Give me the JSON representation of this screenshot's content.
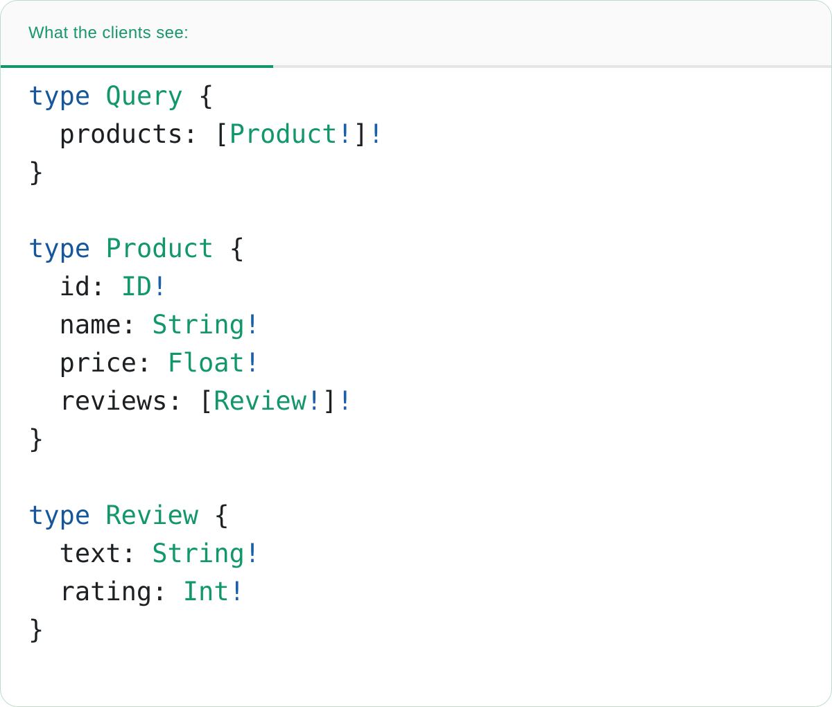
{
  "panel": {
    "tab": {
      "label": "What the clients see:"
    },
    "colors": {
      "tab_text": "#17966f",
      "tab_underline": "#12976d",
      "divider": "#e5e5e5",
      "header_bg": "#fafafa",
      "card_bg": "#ffffff",
      "card_border": "#badcca",
      "code_plain": "#1c2023",
      "code_keyword": "#16569a",
      "code_type": "#12976d",
      "code_bang": "#1b5fa8"
    },
    "code": {
      "language": "graphql",
      "lines": [
        [
          {
            "t": "type",
            "s": "kw"
          },
          {
            "t": " ",
            "s": "pl"
          },
          {
            "t": "Query",
            "s": "ty"
          },
          {
            "t": " {",
            "s": "pl"
          }
        ],
        [
          {
            "t": "  products: [",
            "s": "pl"
          },
          {
            "t": "Product",
            "s": "ty"
          },
          {
            "t": "!",
            "s": "bang"
          },
          {
            "t": "]",
            "s": "pl"
          },
          {
            "t": "!",
            "s": "bang"
          }
        ],
        [
          {
            "t": "}",
            "s": "pl"
          }
        ],
        [],
        [
          {
            "t": "type",
            "s": "kw"
          },
          {
            "t": " ",
            "s": "pl"
          },
          {
            "t": "Product",
            "s": "ty"
          },
          {
            "t": " {",
            "s": "pl"
          }
        ],
        [
          {
            "t": "  id: ",
            "s": "pl"
          },
          {
            "t": "ID",
            "s": "ty"
          },
          {
            "t": "!",
            "s": "bang"
          }
        ],
        [
          {
            "t": "  name: ",
            "s": "pl"
          },
          {
            "t": "String",
            "s": "ty"
          },
          {
            "t": "!",
            "s": "bang"
          }
        ],
        [
          {
            "t": "  price: ",
            "s": "pl"
          },
          {
            "t": "Float",
            "s": "ty"
          },
          {
            "t": "!",
            "s": "bang"
          }
        ],
        [
          {
            "t": "  reviews: [",
            "s": "pl"
          },
          {
            "t": "Review",
            "s": "ty"
          },
          {
            "t": "!",
            "s": "bang"
          },
          {
            "t": "]",
            "s": "pl"
          },
          {
            "t": "!",
            "s": "bang"
          }
        ],
        [
          {
            "t": "}",
            "s": "pl"
          }
        ],
        [],
        [
          {
            "t": "type",
            "s": "kw"
          },
          {
            "t": " ",
            "s": "pl"
          },
          {
            "t": "Review",
            "s": "ty"
          },
          {
            "t": " {",
            "s": "pl"
          }
        ],
        [
          {
            "t": "  text: ",
            "s": "pl"
          },
          {
            "t": "String",
            "s": "ty"
          },
          {
            "t": "!",
            "s": "bang"
          }
        ],
        [
          {
            "t": "  rating: ",
            "s": "pl"
          },
          {
            "t": "Int",
            "s": "ty"
          },
          {
            "t": "!",
            "s": "bang"
          }
        ],
        [
          {
            "t": "}",
            "s": "pl"
          }
        ]
      ]
    }
  }
}
